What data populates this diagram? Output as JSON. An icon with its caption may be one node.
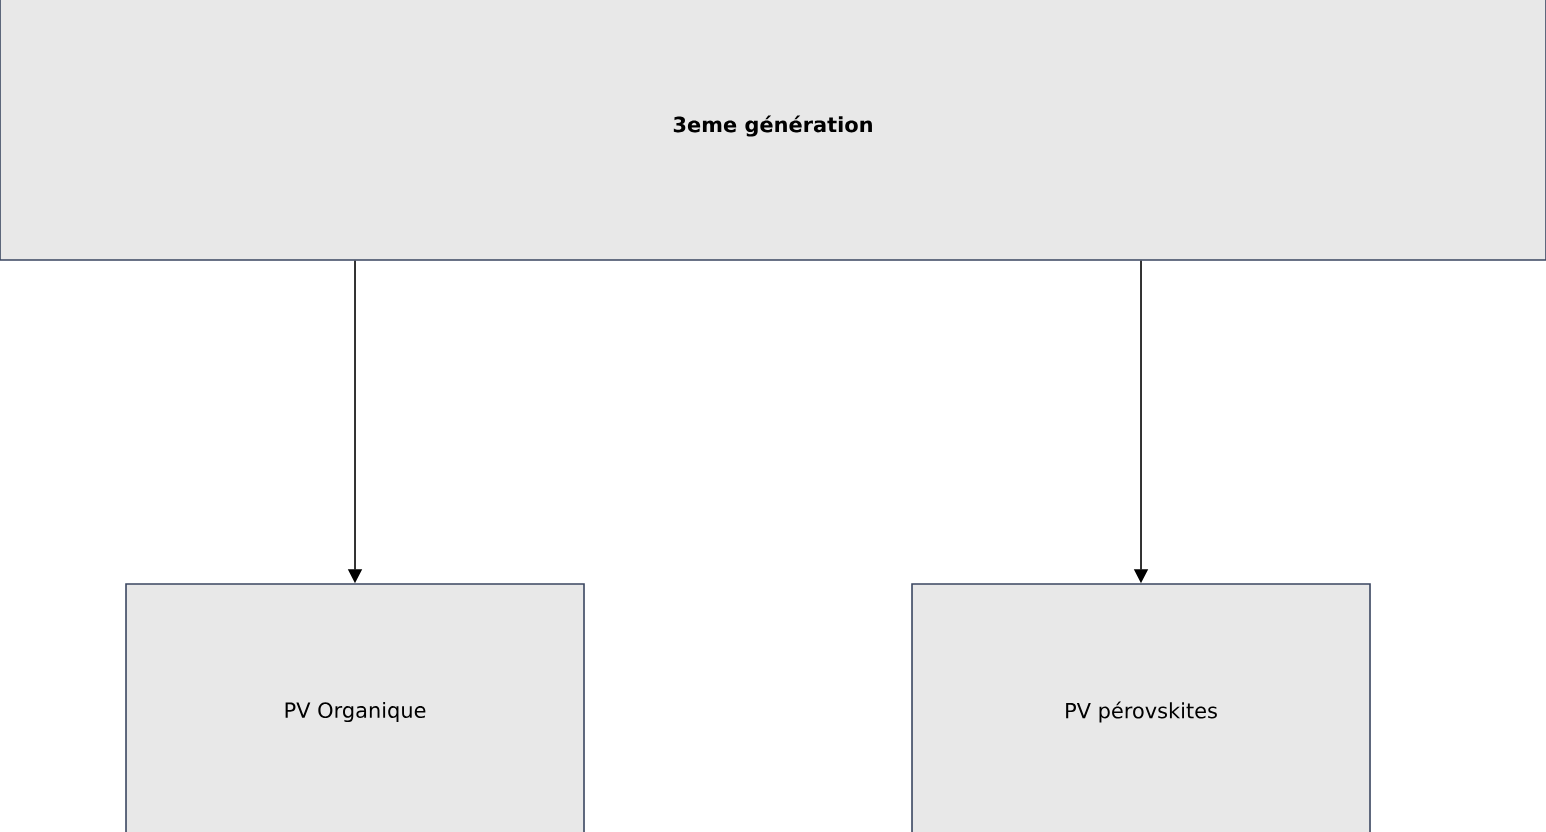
{
  "diagram": {
    "nodes": [
      {
        "text": [
          "3eme génération"
        ]
      },
      {
        "text": [
          "PV Organique"
        ]
      },
      {
        "text": [
          "PV pérovskites"
        ]
      }
    ],
    "edges": [
      {
        "from": 0,
        "to": 1,
        "arrow": "to"
      },
      {
        "from": 0,
        "to": 2,
        "arrow": "to"
      }
    ]
  }
}
